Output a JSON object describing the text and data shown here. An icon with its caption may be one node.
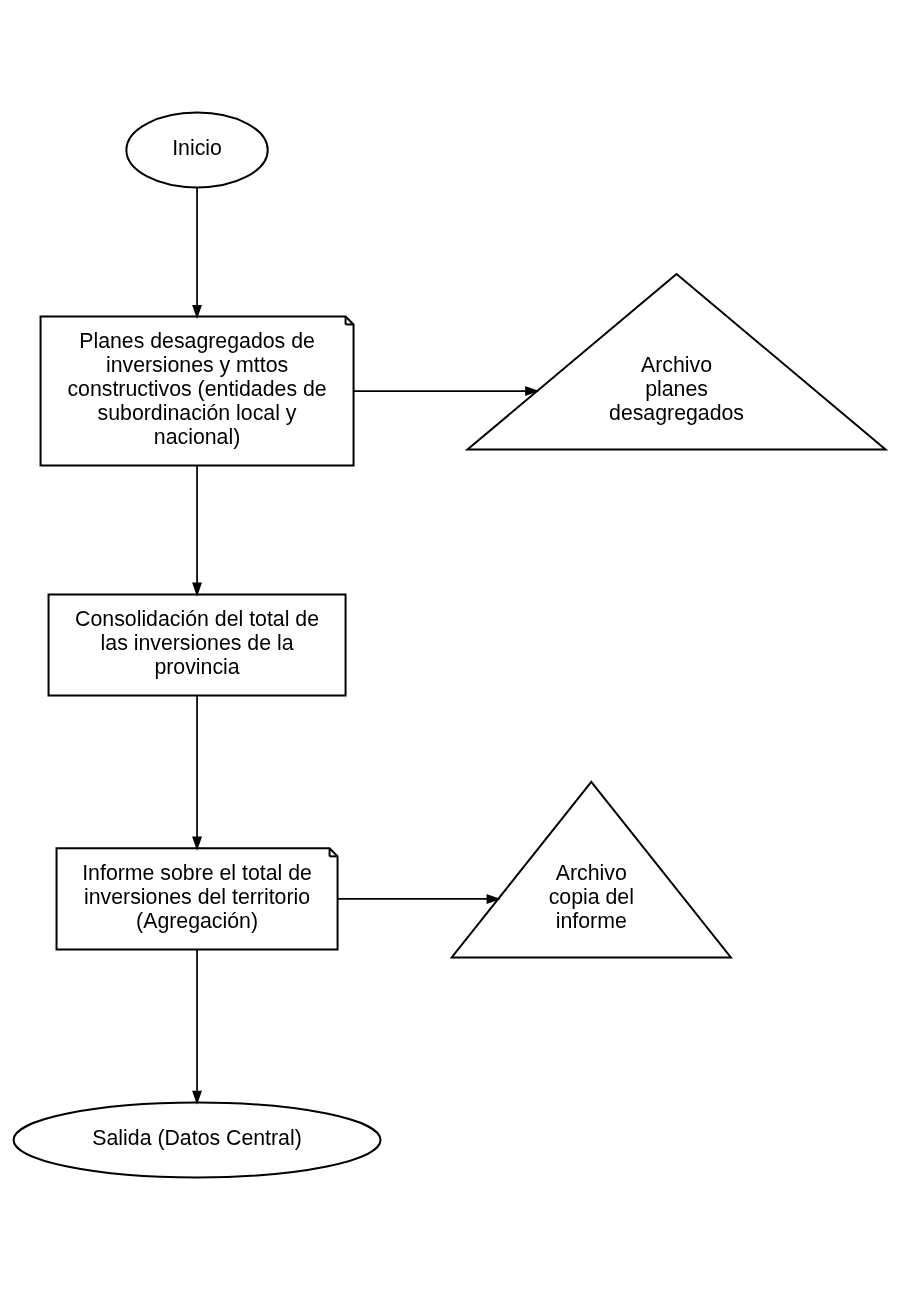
{
  "diagram": {
    "nodes": [
      {
        "text": [
          "Inicio"
        ]
      },
      {
        "text": [
          "Planes desagregados de inversiones y mttos constructivos (entidades de subordinación local y nacional)"
        ]
      },
      {
        "text": [
          "Archivo planes desagregados"
        ]
      },
      {
        "text": [
          "Consolidación del total de las inversiones de la provincia"
        ]
      },
      {
        "text": [
          "Informe sobre el total de inversiones del territorio (Agregación)"
        ]
      },
      {
        "text": [
          "Archivo copia del informe"
        ]
      },
      {
        "text": [
          "Salida (Datos Central)"
        ]
      }
    ],
    "edges": [
      {
        "from": 0,
        "to": 1,
        "arrow": "to"
      },
      {
        "from": 1,
        "to": 2,
        "arrow": "to"
      },
      {
        "from": 1,
        "to": 3,
        "arrow": "to"
      },
      {
        "from": 3,
        "to": 4,
        "arrow": "to"
      },
      {
        "from": 4,
        "to": 5,
        "arrow": "to"
      },
      {
        "from": 4,
        "to": 6,
        "arrow": "to"
      }
    ]
  }
}
